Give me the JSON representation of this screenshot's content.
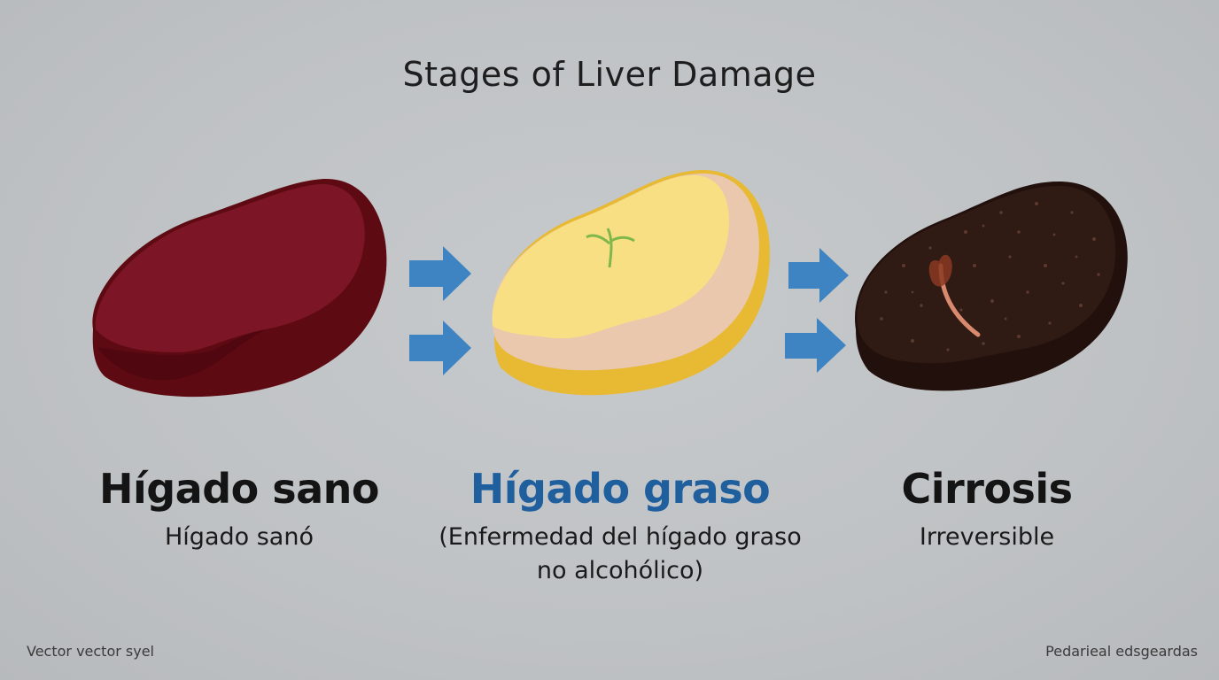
{
  "title": "Stages of Liver Damage",
  "stages": [
    {
      "name": "Hígado sano",
      "subtitle": "Hígado sanó",
      "name_color": "#141414"
    },
    {
      "name": "Hígado graso",
      "subtitle_line1": "(Enfermedad del hígado graso",
      "subtitle_line2": "no alcohólico)",
      "name_color": "#1f5f9e"
    },
    {
      "name": "Cirrosis",
      "subtitle": "Irreversible",
      "name_color": "#141414"
    }
  ],
  "icons": {
    "healthy_liver": "healthy-liver-icon",
    "fatty_liver": "fatty-liver-icon",
    "cirrhotic_liver": "cirrhotic-liver-icon",
    "arrow": "arrow-right-icon"
  },
  "colors": {
    "healthy_liver": "#7a1422",
    "fatty_liver": "#f7df85",
    "fatty_liver_rim": "#e8b93a",
    "cirrhotic_liver": "#2a1612",
    "arrow": "#3f84c2"
  },
  "footer": {
    "left": "Vector vector syel",
    "right": "Pedarieal edsgeardas"
  }
}
